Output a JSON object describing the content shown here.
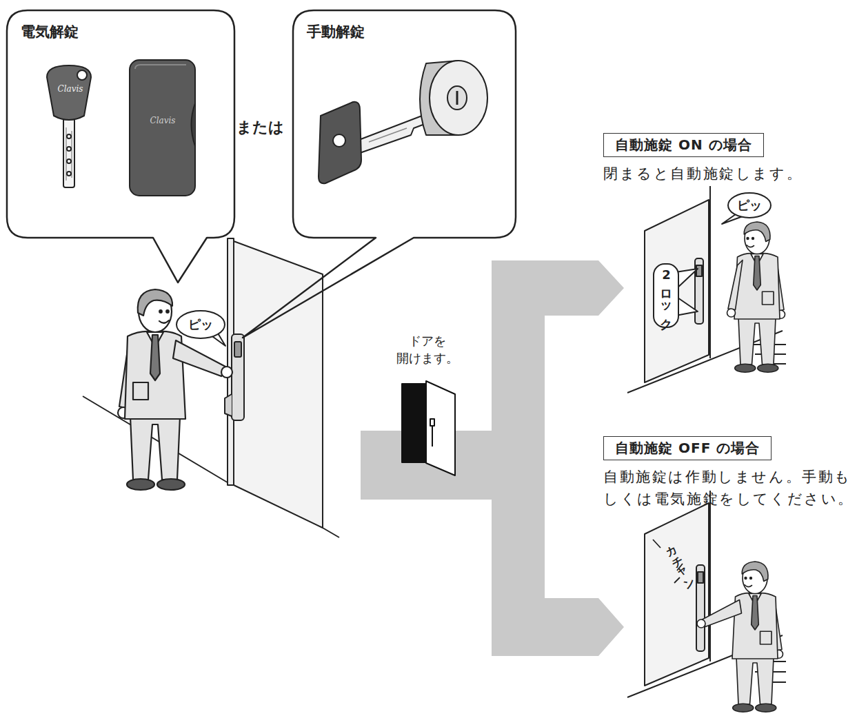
{
  "diagram": {
    "nodes": [
      {
        "text": [
          "電気解錠"
        ]
      },
      {
        "text": [
          "手動解錠"
        ]
      },
      {
        "text": [
          "ピッ"
        ]
      },
      {
        "text": [
          "自動施錠 ON の場合",
          "閉まると自動施錠します。"
        ]
      },
      {
        "text": [
          "ピッ"
        ]
      },
      {
        "text": [
          "2ロック"
        ]
      },
      {
        "text": [
          "自動施錠 OFF の場合",
          "自動施錠は作動しません。手動も しくは電気施錠をしてください。"
        ]
      }
    ],
    "labels": [
      "Clavis",
      "Clavis",
      "または",
      "ドアを 開けます。",
      "カチャン"
    ]
  }
}
